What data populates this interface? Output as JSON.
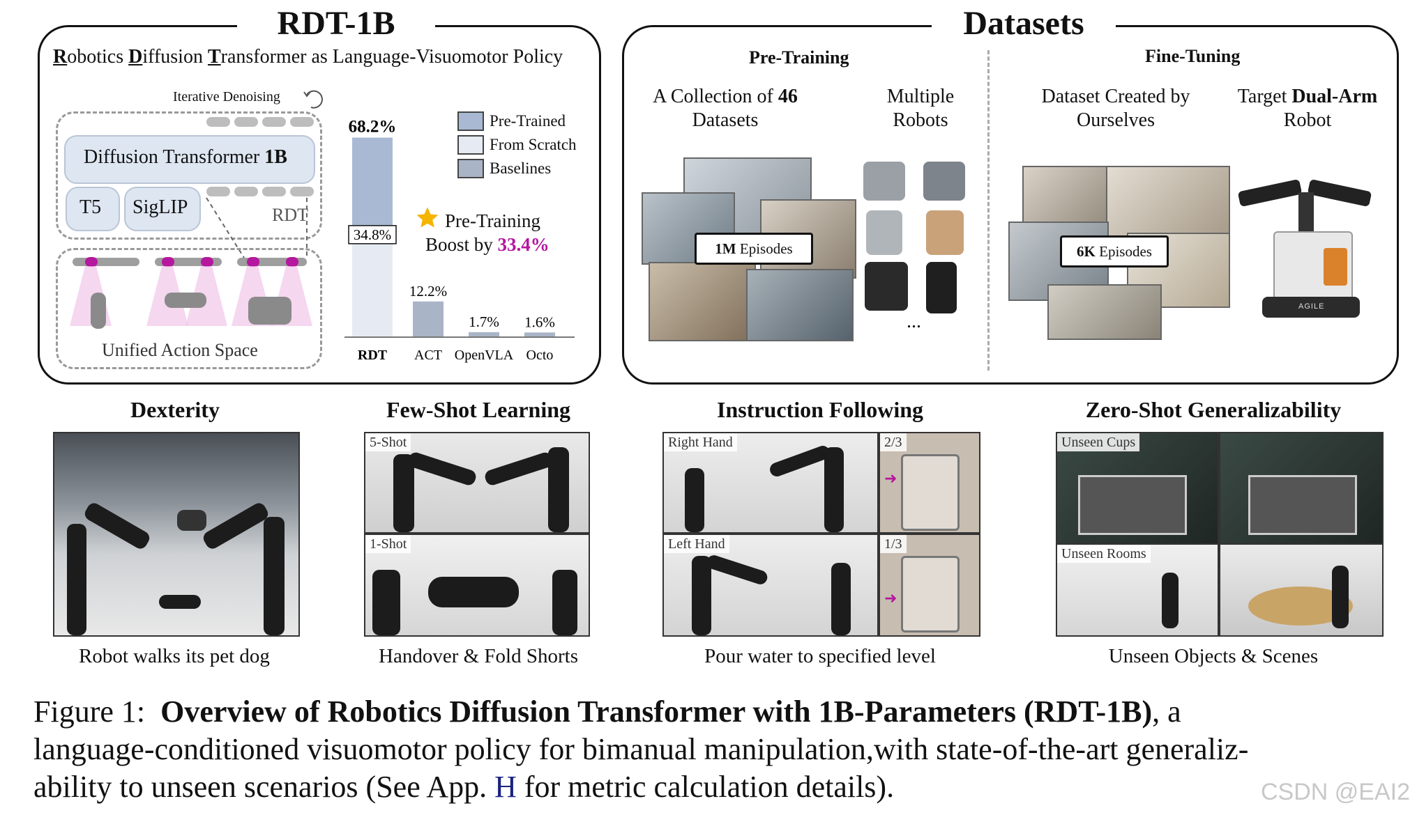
{
  "rdt_panel": {
    "title": "RDT-1B",
    "subtitle_parts": [
      "R",
      "obotics ",
      "D",
      "iffusion ",
      "T",
      "ransformer as Language-Visuomotor Policy"
    ],
    "iterative_denoising": "Iterative Denoising",
    "diffusion_transformer_prefix": "Diffusion Transformer ",
    "diffusion_transformer_bold": "1B",
    "t5": "T5",
    "siglip": "SigLIP",
    "rdt_label": "RDT",
    "unified_action_space": "Unified Action Space"
  },
  "chart_data": {
    "type": "bar",
    "categories": [
      "RDT",
      "ACT",
      "OpenVLA",
      "Octo"
    ],
    "series": [
      {
        "name": "Pre-Trained",
        "values": [
          68.2,
          null,
          null,
          null
        ]
      },
      {
        "name": "From Scratch",
        "values": [
          34.8,
          null,
          null,
          null
        ]
      },
      {
        "name": "Baselines",
        "values": [
          null,
          12.2,
          1.7,
          1.6
        ]
      }
    ],
    "value_labels": [
      "68.2%",
      "34.8%",
      "12.2%",
      "1.7%",
      "1.6%"
    ],
    "ylim": [
      0,
      70
    ],
    "legend": [
      "Pre-Trained",
      "From Scratch",
      "Baselines"
    ],
    "legend_position": "top-right",
    "annotation_line1": "Pre-Training",
    "annotation_line2_prefix": "Boost by ",
    "annotation_value": "33.4%",
    "colors": {
      "pretrained": "#a9b9d3",
      "scratch": "#e6ebf3",
      "baselines": "#a9b5c6",
      "boost": "#b5179e",
      "star": "#f5b400"
    }
  },
  "datasets_panel": {
    "title": "Datasets",
    "pretraining_header": "Pre-Training",
    "finetuning_header": "Fine-Tuning",
    "collection_line1_prefix": "A Collection of ",
    "collection_line1_bold": "46",
    "collection_line2": "Datasets",
    "multiple_line1": "Multiple",
    "multiple_line2": "Robots",
    "created_line1": "Dataset Created by",
    "created_line2": "Ourselves",
    "target_prefix": "Target ",
    "target_bold": "Dual-Arm",
    "target_line2": "Robot",
    "episodes_1m_bold": "1M",
    "episodes_1m_rest": " Episodes",
    "episodes_6k_bold": "6K",
    "episodes_6k_rest": " Episodes",
    "ellipsis": "...",
    "robot_brand": "AGILE"
  },
  "sections": [
    {
      "title": "Dexterity",
      "caption": "Robot walks its pet dog"
    },
    {
      "title": "Few-Shot Learning",
      "caption": "Handover & Fold Shorts",
      "tags": [
        "5-Shot",
        "1-Shot"
      ]
    },
    {
      "title": "Instruction Following",
      "caption": "Pour water to specified level",
      "tags": [
        "Right Hand",
        "Left Hand",
        "2/3",
        "1/3"
      ]
    },
    {
      "title": "Zero-Shot Generalizability",
      "caption": "Unseen Objects & Scenes",
      "tags": [
        "Unseen Cups",
        "Unseen Rooms"
      ]
    }
  ],
  "figure_caption": {
    "label": "Figure 1:",
    "bold": "Overview of Robotics Diffusion Transformer with 1B-Parameters (RDT-1B)",
    "after_bold": ", a",
    "line2": "language-conditioned visuomotor policy for bimanual manipulation,with state-of-the-art generaliz-",
    "line3_pre": "ability to unseen scenarios (See App. ",
    "line3_link": "H",
    "line3_post": " for metric calculation details)."
  },
  "watermark": "CSDN @EAI2"
}
